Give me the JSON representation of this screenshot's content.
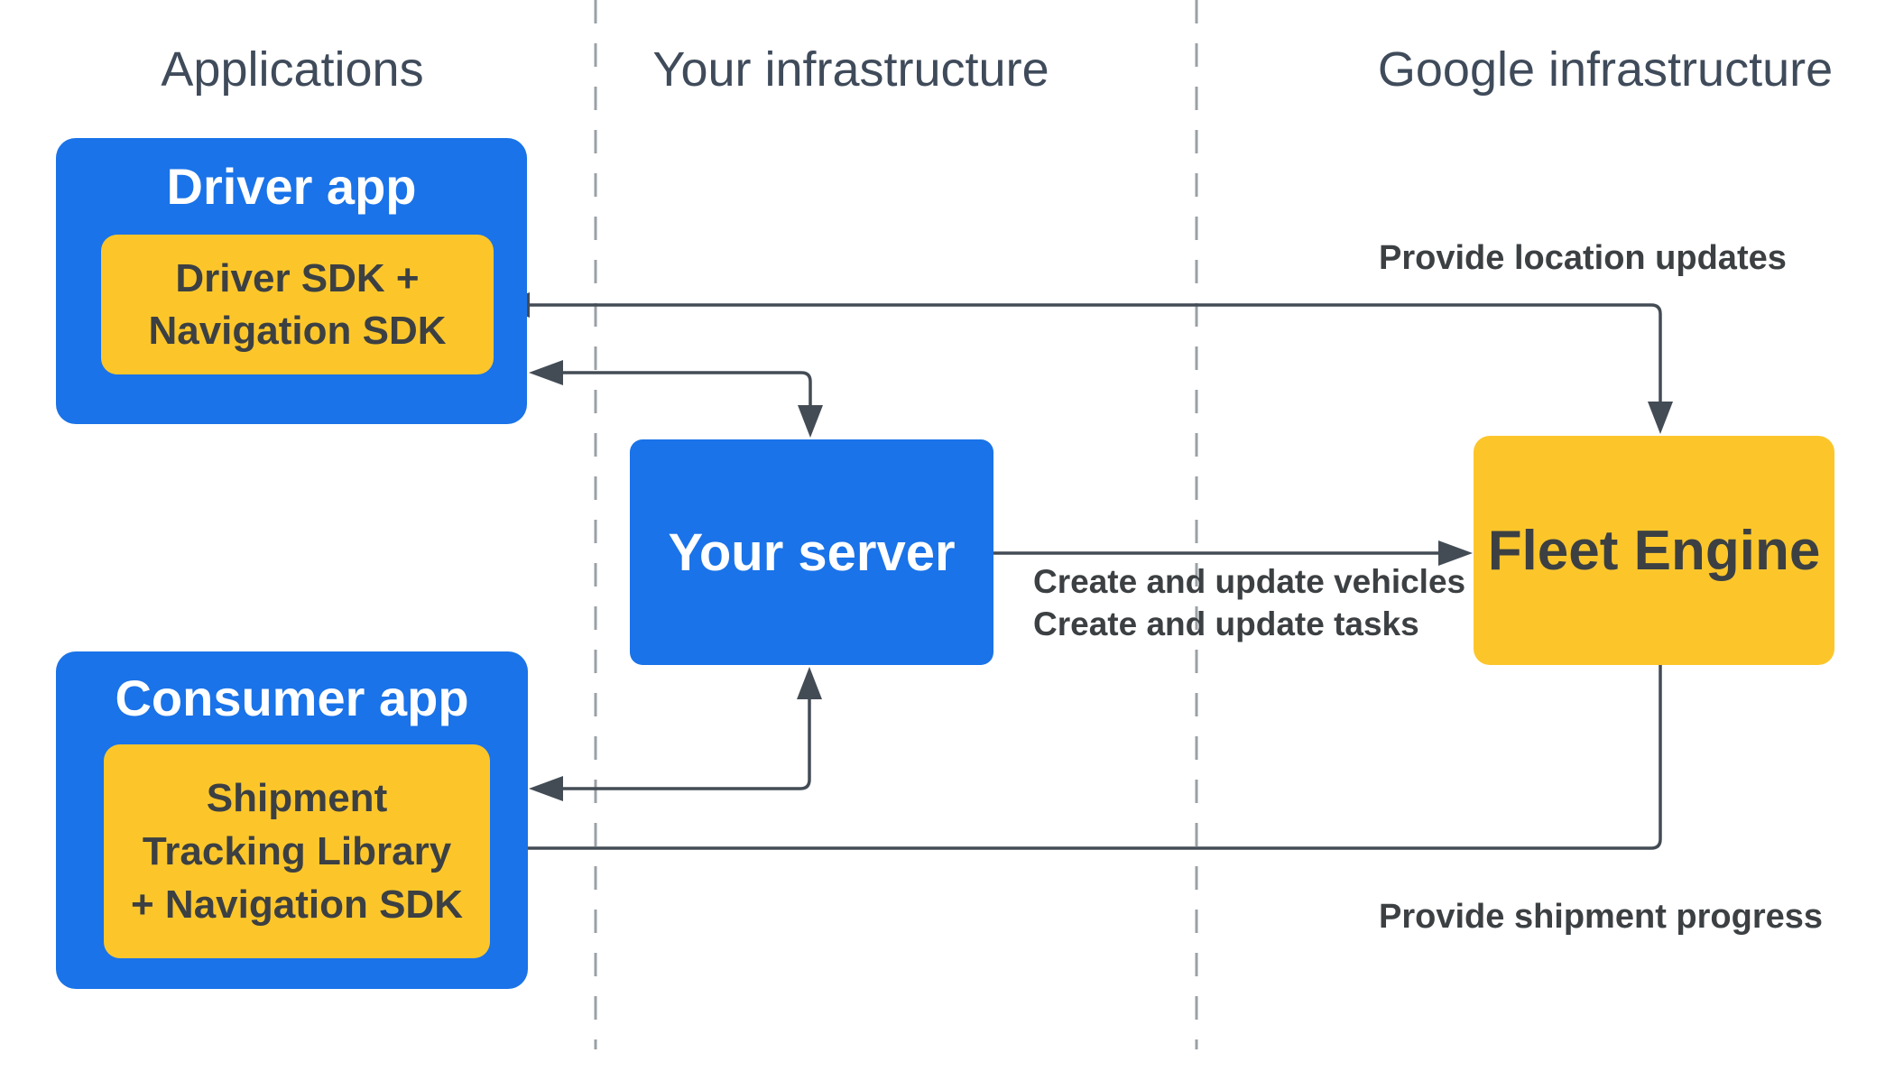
{
  "diagram": {
    "columns": [
      {
        "label": "Applications"
      },
      {
        "label": "Your infrastructure"
      },
      {
        "label": "Google infrastructure"
      }
    ],
    "nodes": {
      "driver_app": {
        "title": "Driver app",
        "sdk_lines": [
          "Driver SDK +",
          "Navigation SDK"
        ]
      },
      "consumer_app": {
        "title": "Consumer app",
        "sdk_lines": [
          "Shipment",
          "Tracking Library",
          "+ Navigation SDK"
        ]
      },
      "your_server": {
        "title": "Your server"
      },
      "fleet_engine": {
        "title": "Fleet Engine"
      }
    },
    "edge_labels": {
      "provide_location_updates": "Provide location updates",
      "create_and_update_vehicles": "Create and update vehicles",
      "create_and_update_tasks": "Create and update tasks",
      "provide_shipment_progress": "Provide shipment progress"
    },
    "colors": {
      "node_blue": "#1a73e8",
      "node_yellow": "#fcc62b",
      "ink": "#3c4043",
      "wire": "#434c55",
      "divider": "#9aa0a6",
      "heading": "#3f4b5a",
      "background": "#ffffff"
    }
  }
}
